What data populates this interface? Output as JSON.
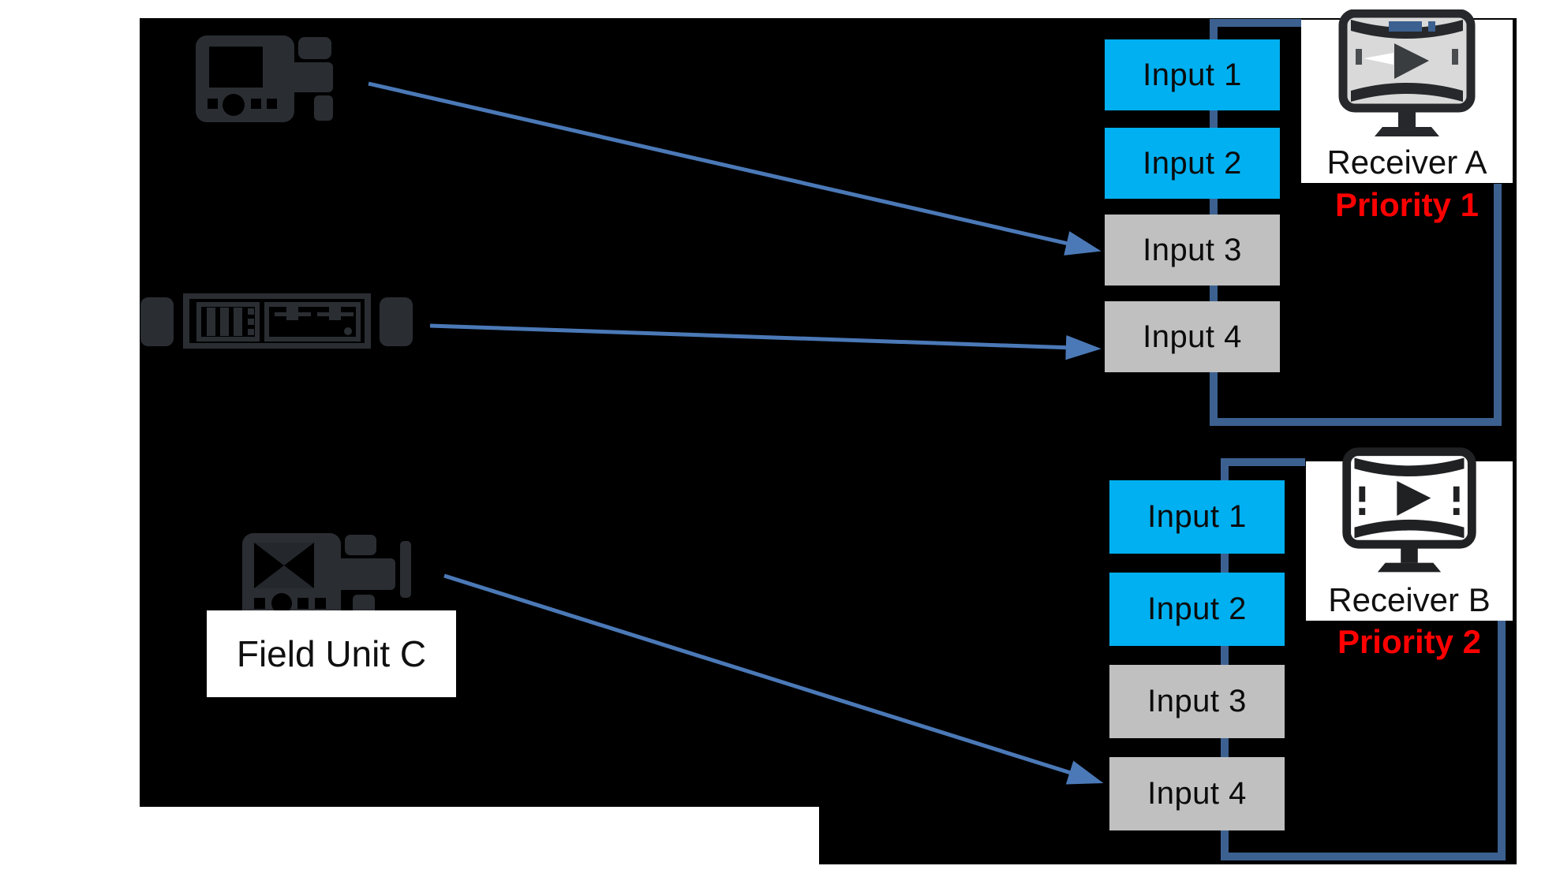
{
  "field_unit": {
    "label": "Field Unit C"
  },
  "devices": [
    {
      "icon": "portable-transmitter-icon"
    },
    {
      "icon": "rack-receiver-icon"
    },
    {
      "icon": "field-unit-device-icon"
    }
  ],
  "receivers": [
    {
      "name": "Receiver A",
      "priority": "Priority 1",
      "icon": "monitor-play-icon",
      "inputs": [
        {
          "label": "Input 1",
          "state": "active"
        },
        {
          "label": "Input 2",
          "state": "active"
        },
        {
          "label": "Input 3",
          "state": "inactive"
        },
        {
          "label": "Input 4",
          "state": "inactive"
        }
      ]
    },
    {
      "name": "Receiver B",
      "priority": "Priority 2",
      "icon": "monitor-play-icon",
      "inputs": [
        {
          "label": "Input 1",
          "state": "active"
        },
        {
          "label": "Input 2",
          "state": "active"
        },
        {
          "label": "Input 3",
          "state": "inactive"
        },
        {
          "label": "Input 4",
          "state": "inactive"
        }
      ]
    }
  ],
  "colors": {
    "input_active": "#00B0F0",
    "input_inactive": "#C0C0C0",
    "bus_line": "#3C6190",
    "arrow": "#4B79B7",
    "priority_text": "#FF0000",
    "canvas_bg": "#000000",
    "device_icon": "#2A2E33"
  }
}
